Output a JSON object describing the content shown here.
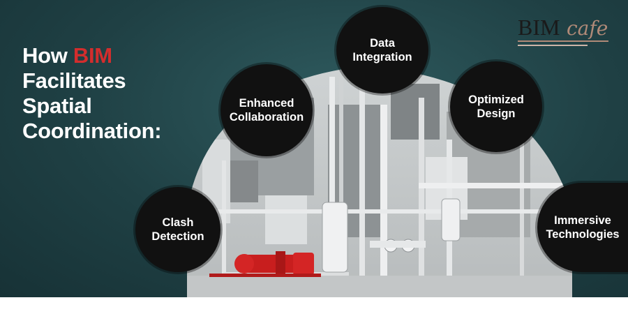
{
  "heading": {
    "line1_prefix": "How ",
    "line1_accent": "BIM",
    "line2": "Facilitates",
    "line3": "Spatial",
    "line4": "Coordination:"
  },
  "logo": {
    "text": "BIM cafe",
    "icon": "bim-cafe-logo"
  },
  "bubbles": [
    {
      "lines": [
        "Data",
        "Integration"
      ]
    },
    {
      "lines": [
        "Enhanced",
        "Collaboration"
      ]
    },
    {
      "lines": [
        "Optimized",
        "Design"
      ]
    },
    {
      "lines": [
        "Clash",
        "Detection"
      ]
    },
    {
      "lines": [
        "Immersive",
        "Technologies"
      ]
    }
  ],
  "colors": {
    "background": "#1f4044",
    "accent": "#d32d2d",
    "bubble": "#111111",
    "text": "#ffffff",
    "equipment_red": "#c81e1e"
  }
}
